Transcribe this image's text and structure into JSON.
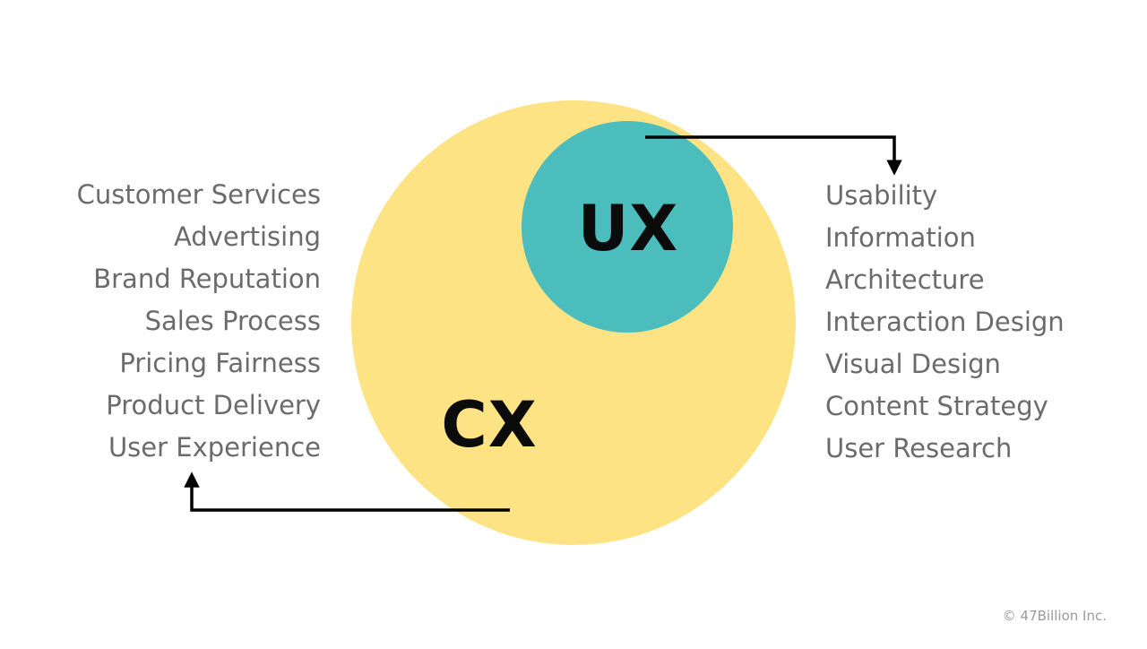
{
  "colors": {
    "cx_circle": "#fde383",
    "ux_circle": "#4bbdbd",
    "label_text": "#0b0b0b",
    "list_text": "#6b6b6b",
    "connector": "#000000",
    "copyright_text": "#9a9a9a"
  },
  "cx": {
    "label": "CX",
    "items": [
      "Customer Services",
      "Advertising",
      "Brand Reputation",
      "Sales Process",
      "Pricing Fairness",
      "Product Delivery",
      "User Experience"
    ]
  },
  "ux": {
    "label": "UX",
    "items": [
      "Usability",
      "Information",
      "Architecture",
      "Interaction Design",
      "Visual Design",
      "Content Strategy",
      "User Research"
    ]
  },
  "footer": {
    "copyright": "© 47Billion Inc."
  }
}
